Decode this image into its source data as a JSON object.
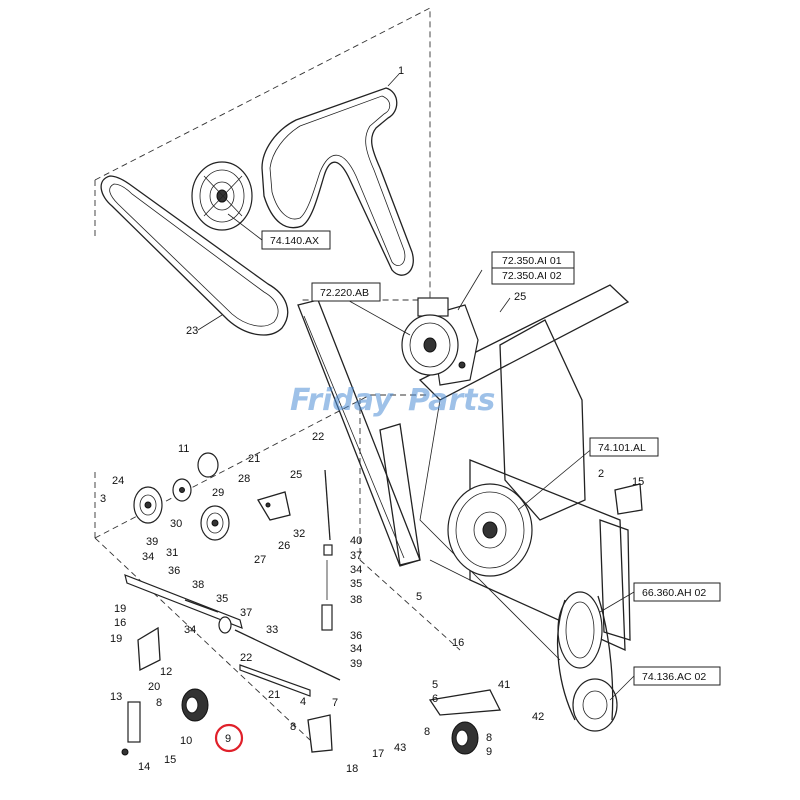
{
  "watermark": {
    "left": "Friday",
    "right": "Parts",
    "color": "#4f8fd6"
  },
  "highlight": {
    "label": "9",
    "color": "#e0202a"
  },
  "refs": {
    "r1": "74.140.AX",
    "r2": "72.220.AB",
    "r3a": "72.350.AI 01",
    "r3b": "72.350.AI 02",
    "r4": "74.101.AL",
    "r5": "66.360.AH 02",
    "r6": "74.136.AC 02"
  },
  "callouts": {
    "c1": "1",
    "c23": "23",
    "c25a": "25",
    "c11": "11",
    "c21a": "21",
    "c22a": "22",
    "c24": "24",
    "c3": "3",
    "c29": "29",
    "c28": "28",
    "c25b": "25",
    "c30": "30",
    "c26": "26",
    "c32": "32",
    "c31": "31",
    "c27": "27",
    "c40": "40",
    "c37a": "37",
    "c34a": "34",
    "c35a": "35",
    "c38a": "38",
    "c39a": "39",
    "c34b": "34",
    "c36a": "36",
    "c38b": "38",
    "c35b": "35",
    "c37b": "37",
    "c34c": "34",
    "c33": "33",
    "c36b": "36",
    "c34d": "34",
    "c39b": "39",
    "c22b": "22",
    "c19a": "19",
    "c16a": "16",
    "c19b": "19",
    "c12": "12",
    "c20": "20",
    "c21b": "21",
    "c13": "13",
    "c8a": "8",
    "c10": "10",
    "c14": "14",
    "c15": "15",
    "c4": "4",
    "c7": "7",
    "c8b": "8",
    "c17": "17",
    "c18": "18",
    "c5a": "5",
    "c6": "6",
    "c41": "41",
    "c42": "42",
    "c8c": "8",
    "c8d": "8",
    "c43": "43",
    "c9b": "9",
    "c2": "2",
    "c15b": "15",
    "c5b": "5",
    "c16b": "16"
  }
}
